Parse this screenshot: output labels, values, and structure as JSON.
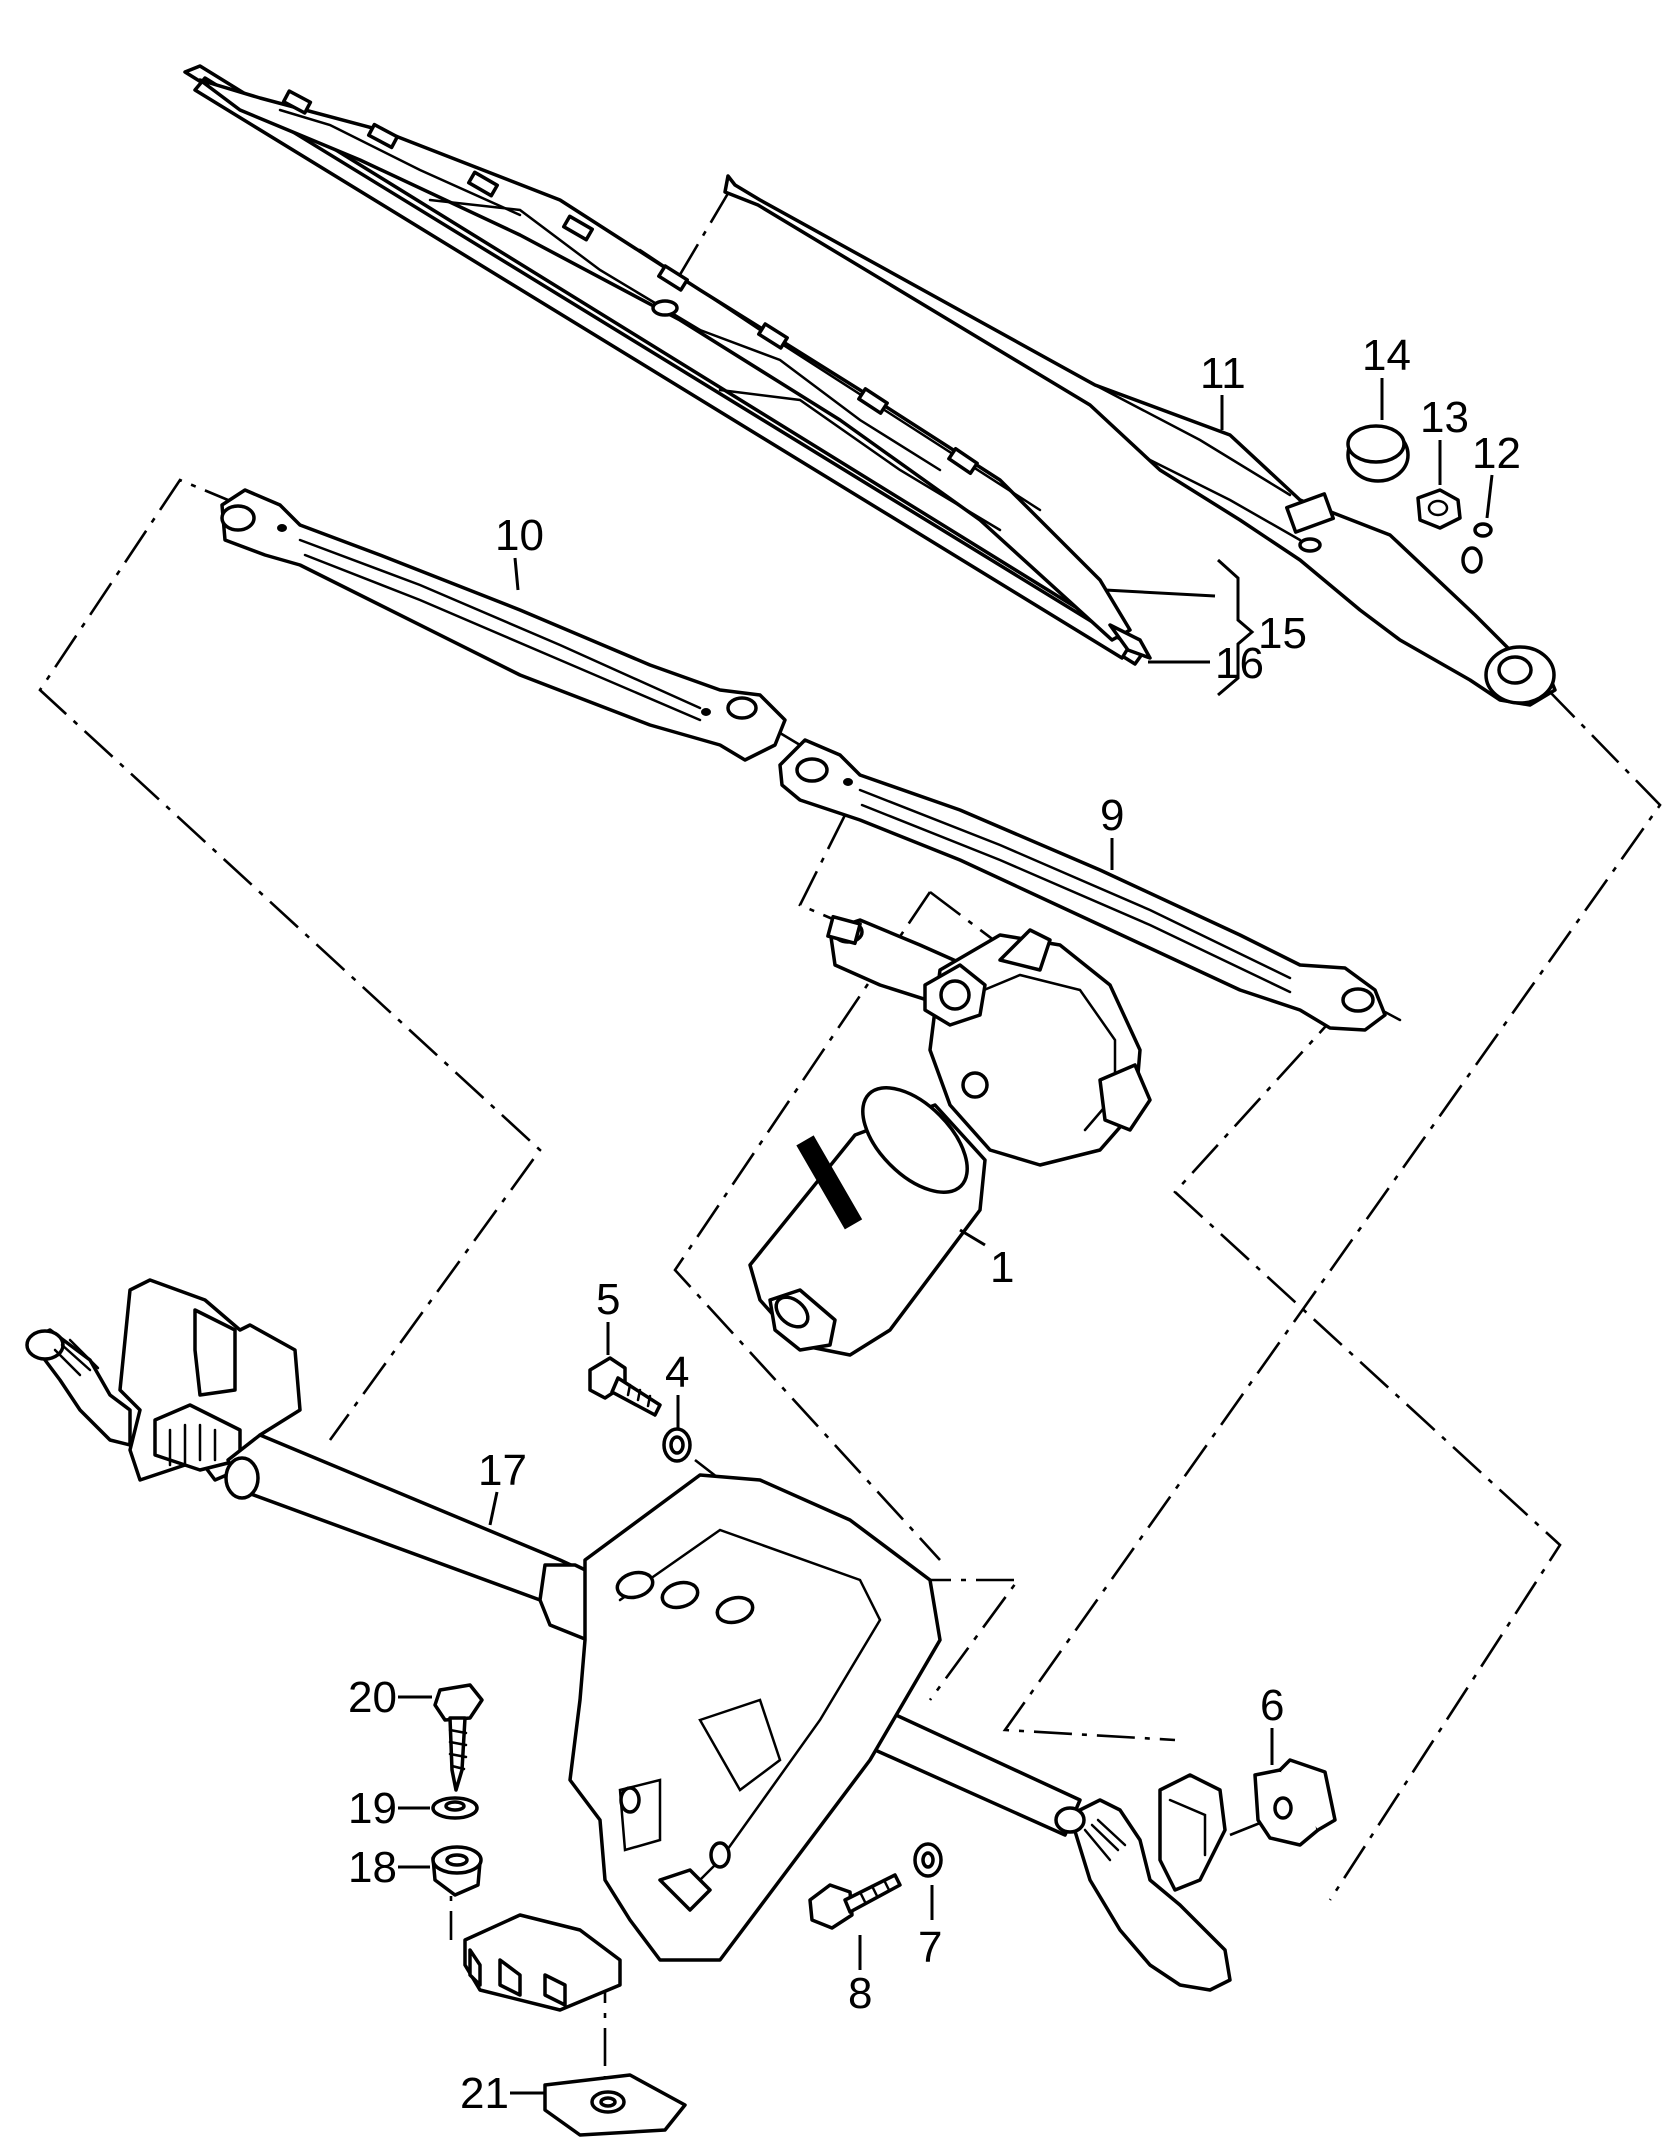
{
  "diagram": {
    "callouts": [
      {
        "id": "1",
        "label": "1"
      },
      {
        "id": "4",
        "label": "4"
      },
      {
        "id": "5",
        "label": "5"
      },
      {
        "id": "6",
        "label": "6"
      },
      {
        "id": "7",
        "label": "7"
      },
      {
        "id": "8",
        "label": "8"
      },
      {
        "id": "9",
        "label": "9"
      },
      {
        "id": "10",
        "label": "10"
      },
      {
        "id": "11",
        "label": "11"
      },
      {
        "id": "12",
        "label": "12"
      },
      {
        "id": "13",
        "label": "13"
      },
      {
        "id": "14",
        "label": "14"
      },
      {
        "id": "15",
        "label": "15"
      },
      {
        "id": "16",
        "label": "16"
      },
      {
        "id": "17",
        "label": "17"
      },
      {
        "id": "18",
        "label": "18"
      },
      {
        "id": "19",
        "label": "19"
      },
      {
        "id": "20",
        "label": "20"
      },
      {
        "id": "21",
        "label": "21"
      }
    ]
  }
}
